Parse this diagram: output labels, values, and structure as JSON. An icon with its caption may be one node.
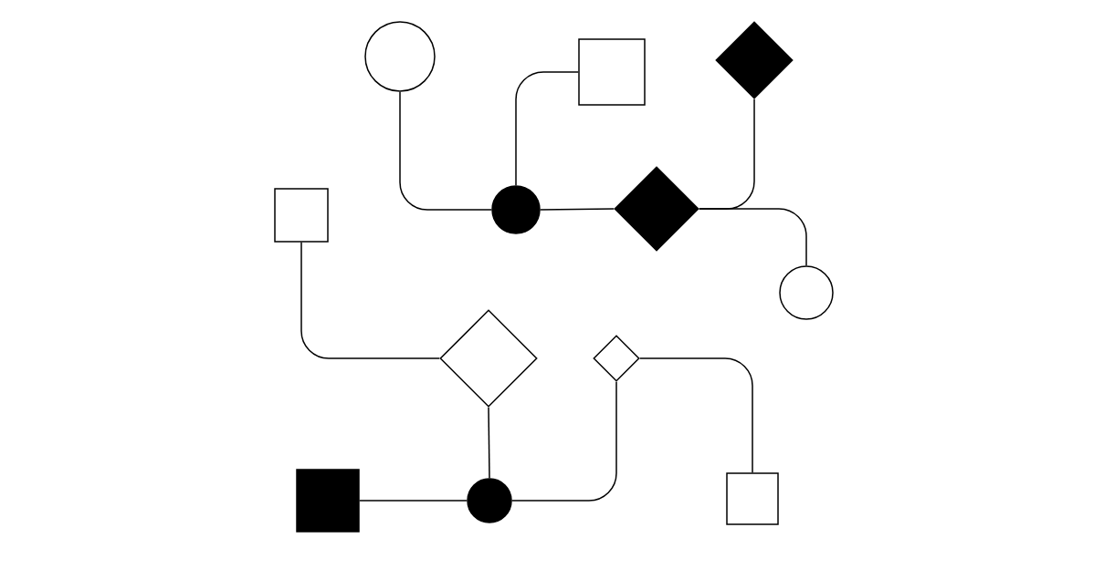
{
  "diagram": {
    "nodes": [
      {
        "text": [],
        "shape": "circle"
      },
      {
        "text": [],
        "shape": "box"
      },
      {
        "text": [],
        "shape": "diamond"
      },
      {
        "text": [],
        "shape": "box"
      },
      {
        "text": [],
        "shape": "circle"
      },
      {
        "text": [],
        "shape": "diamond"
      },
      {
        "text": [],
        "shape": "circle"
      },
      {
        "text": [],
        "shape": "diamond"
      },
      {
        "text": [],
        "shape": "diamond"
      },
      {
        "text": [],
        "shape": "box"
      },
      {
        "text": [],
        "shape": "circle"
      },
      {
        "text": [],
        "shape": "box"
      }
    ],
    "edges": [
      {
        "from": 0,
        "to": 4,
        "arrow": "none"
      },
      {
        "from": 1,
        "to": 4,
        "arrow": "none"
      },
      {
        "from": 4,
        "to": 5,
        "arrow": "none"
      },
      {
        "from": 5,
        "to": 2,
        "arrow": "none"
      },
      {
        "from": 5,
        "to": 6,
        "arrow": "none"
      },
      {
        "from": 3,
        "to": 7,
        "arrow": "none"
      },
      {
        "from": 7,
        "to": 10,
        "arrow": "none"
      },
      {
        "from": 9,
        "to": 10,
        "arrow": "none"
      },
      {
        "from": 10,
        "to": 8,
        "arrow": "none"
      },
      {
        "from": 8,
        "to": 11,
        "arrow": "none"
      }
    ]
  }
}
